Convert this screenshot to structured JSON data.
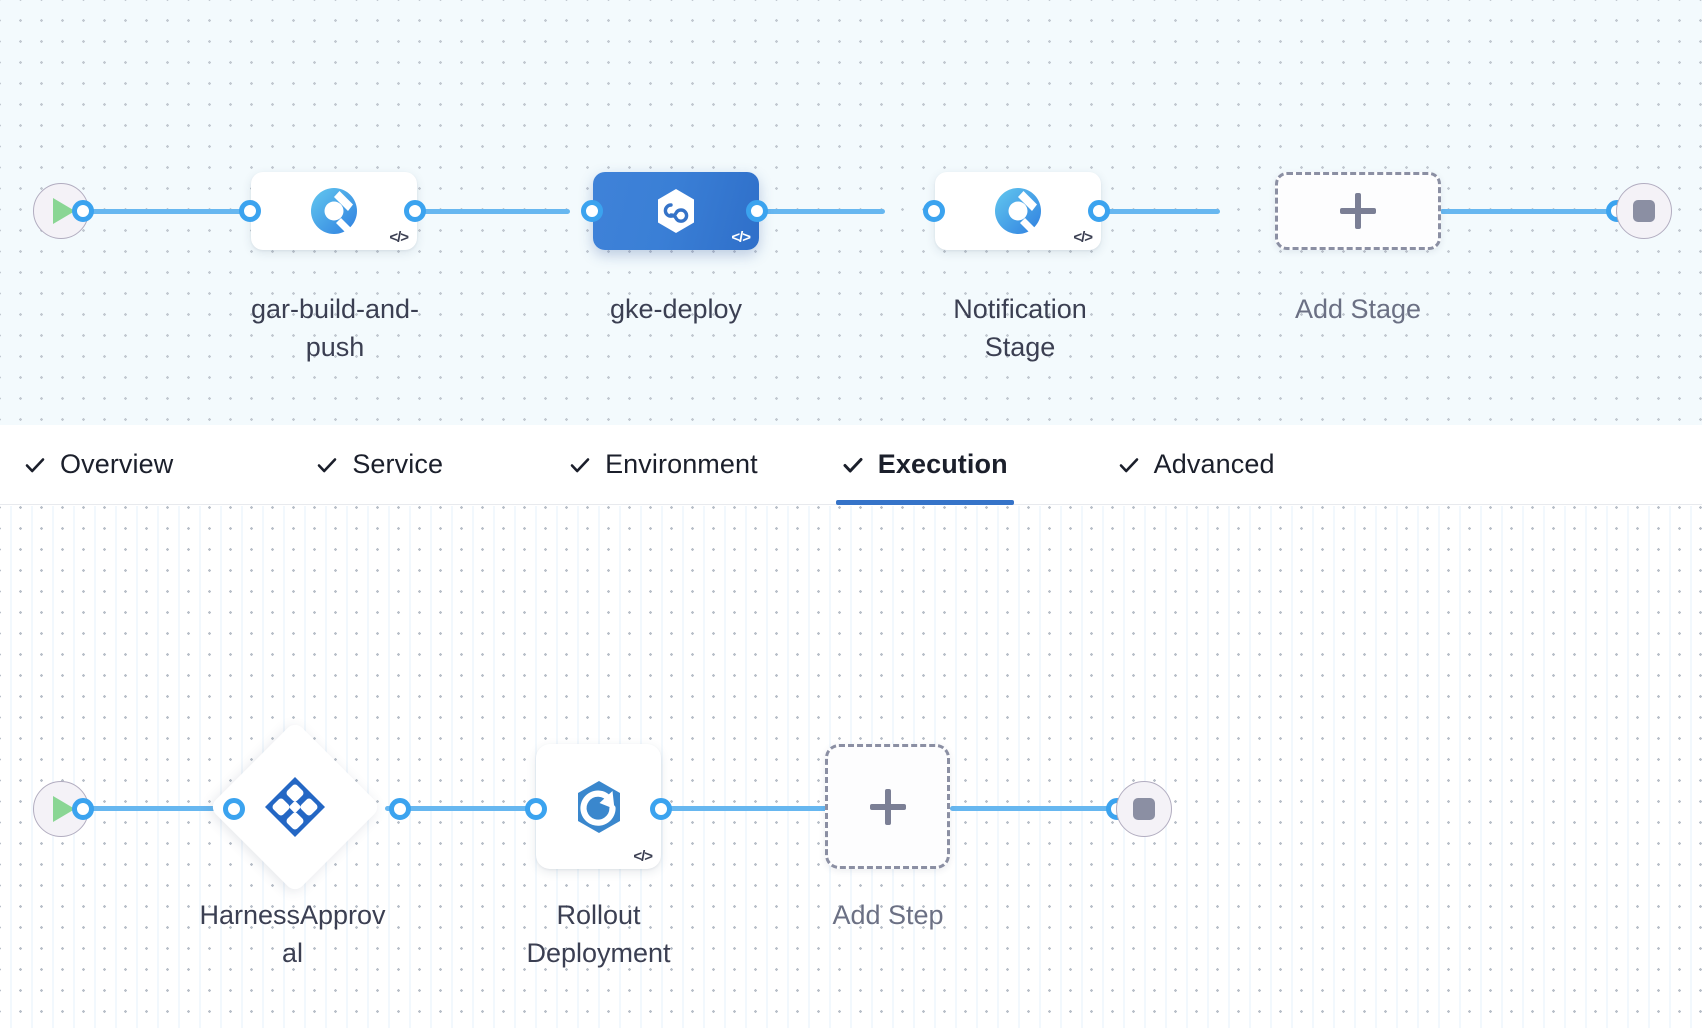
{
  "pipeline": {
    "canvas_label": "stage-canvas",
    "start_node": {
      "name": "start-node",
      "icon": "play-icon"
    },
    "end_node": {
      "name": "end-node",
      "icon": "stop-icon"
    },
    "stages": [
      {
        "id": "gar-build-and-push",
        "label": "gar-build-and-\npush",
        "icon": "gcp-artifact-registry-icon",
        "selected": false,
        "has_code_badge": true,
        "code_badge": "</>"
      },
      {
        "id": "gke-deploy",
        "label": "gke-deploy",
        "icon": "gcp-deploy-hexagon-icon",
        "selected": true,
        "has_code_badge": true,
        "code_badge": "</>"
      },
      {
        "id": "notification-stage",
        "label": "Notification\nStage",
        "icon": "gcp-artifact-registry-icon",
        "selected": false,
        "has_code_badge": true,
        "code_badge": "</>"
      }
    ],
    "add_stage": {
      "label": "Add Stage",
      "icon": "plus-icon"
    }
  },
  "tabs": [
    {
      "id": "overview",
      "label": "Overview",
      "icon": "check-icon",
      "active": false
    },
    {
      "id": "service",
      "label": "Service",
      "icon": "check-icon",
      "active": false
    },
    {
      "id": "environment",
      "label": "Environment",
      "icon": "check-icon",
      "active": false
    },
    {
      "id": "execution",
      "label": "Execution",
      "icon": "check-icon",
      "active": true
    },
    {
      "id": "advanced",
      "label": "Advanced",
      "icon": "check-icon",
      "active": false
    }
  ],
  "execution": {
    "canvas_label": "execution-canvas",
    "start_node": {
      "name": "start-node",
      "icon": "play-icon"
    },
    "end_node": {
      "name": "end-node",
      "icon": "stop-icon"
    },
    "steps": [
      {
        "id": "harness-approval",
        "label": "HarnessApprov\nal",
        "icon": "harness-approval-diamond-icon",
        "shape": "diamond",
        "has_code_badge": false
      },
      {
        "id": "rollout-deployment",
        "label": "Rollout\nDeployment",
        "icon": "k8s-rollout-hexagon-icon",
        "shape": "square",
        "has_code_badge": true,
        "code_badge": "</>"
      }
    ],
    "add_step": {
      "label": "Add Step",
      "icon": "plus-icon"
    }
  },
  "colors": {
    "accent_blue": "#3573c8",
    "edge_blue": "#67b7f0",
    "dot_blue": "#3ba3ef",
    "selected_stage": "#3a7fd6",
    "canvas_top_bg": "#f3fafd",
    "canvas_bottom_bg": "#ffffff",
    "play_green": "#8ad694",
    "stop_gray": "#8b8fa3",
    "dashed_gray": "#8b8fa3",
    "text_dark": "#3b3f52",
    "tab_text": "#1b1f2b"
  }
}
